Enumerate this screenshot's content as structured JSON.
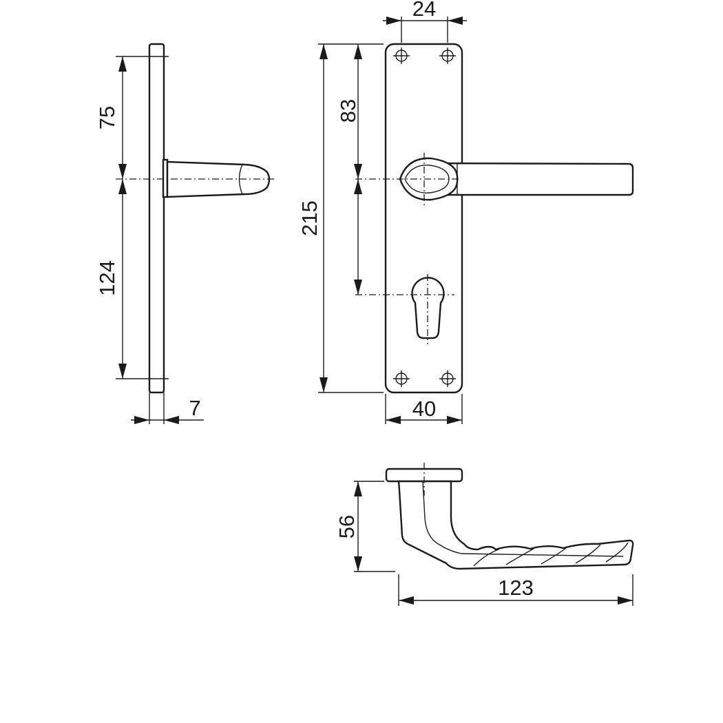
{
  "colors": {
    "line": "#1a1a1a",
    "background": "#ffffff"
  },
  "dimensions": {
    "top_spindle": "75",
    "spindle_to_keyhole_side": "124",
    "plate_thickness": "7",
    "plate_height": "215",
    "spindle_to_keyhole": "83",
    "screw_spacing": "24",
    "plate_width": "40",
    "handle_height": "56",
    "handle_length": "123"
  }
}
